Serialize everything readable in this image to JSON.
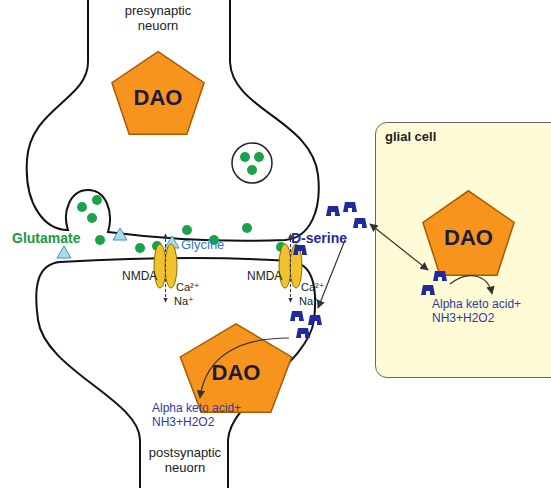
{
  "diagram": {
    "nodes": [
      {
        "text": [
          "presynaptic neuorn"
        ]
      },
      {
        "text": [
          "DAO"
        ],
        "in": 0
      },
      {
        "text": [
          "postsynaptic neuorn"
        ]
      },
      {
        "text": [
          "DAO"
        ],
        "in": 2
      },
      {
        "text": [
          "glial cell"
        ]
      },
      {
        "text": [
          "DAO"
        ],
        "in": 4
      }
    ],
    "labels": [
      "Glutamate",
      "Glycine",
      "D-serine",
      "NMDA",
      "Ca²⁺",
      "Na⁺",
      "NMDA",
      "Ca²⁺",
      "Na⁺",
      "Alpha keto acid+ NH3+H2O2",
      "Alpha keto acid+ NH3+H2O2"
    ]
  }
}
